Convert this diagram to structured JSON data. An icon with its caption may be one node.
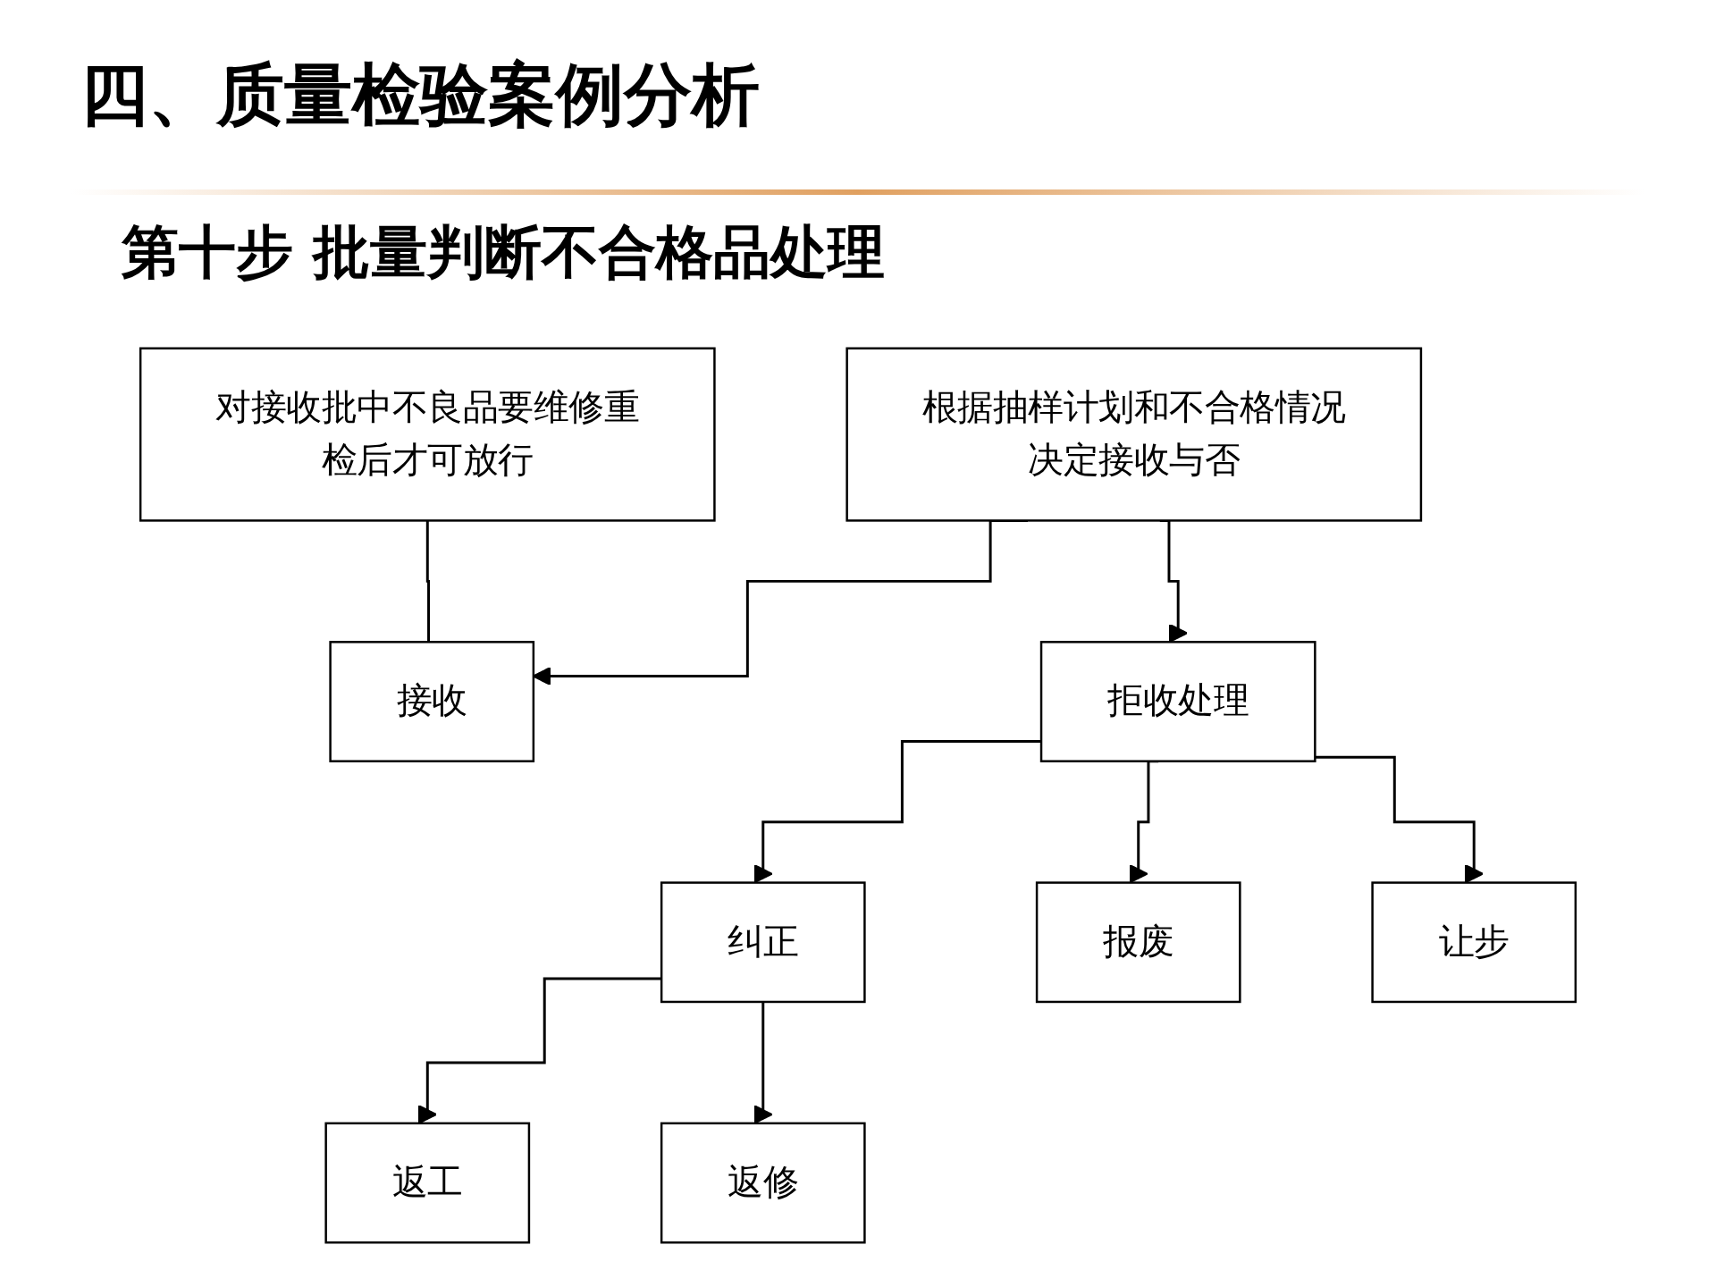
{
  "diagram": {
    "title": "四、质量检验案例分析",
    "nodes": [
      {
        "text": [
          "根据抽样计划和不合格情况决定接收与否"
        ]
      },
      {
        "text": [
          "对接收批中不良品要维修重检后才可放行"
        ]
      },
      {
        "text": [
          "接收"
        ]
      },
      {
        "text": [
          "拒收处理"
        ]
      },
      {
        "text": [
          "纠正"
        ]
      },
      {
        "text": [
          "报废"
        ]
      },
      {
        "text": [
          "让步"
        ]
      },
      {
        "text": [
          "返工"
        ]
      },
      {
        "text": [
          "返修"
        ]
      }
    ],
    "edges": [
      {
        "from": 0,
        "to": 2,
        "arrow": "to"
      },
      {
        "from": 0,
        "to": 3,
        "arrow": "to"
      },
      {
        "from": 1,
        "to": 2,
        "arrow": "none"
      },
      {
        "from": 3,
        "to": 4,
        "arrow": "to"
      },
      {
        "from": 3,
        "to": 5,
        "arrow": "to"
      },
      {
        "from": 3,
        "to": 6,
        "arrow": "to"
      },
      {
        "from": 4,
        "to": 7,
        "arrow": "to"
      },
      {
        "from": 4,
        "to": 8,
        "arrow": "to"
      }
    ],
    "labels": [
      "第十步 批量判断不合格品处理"
    ]
  }
}
